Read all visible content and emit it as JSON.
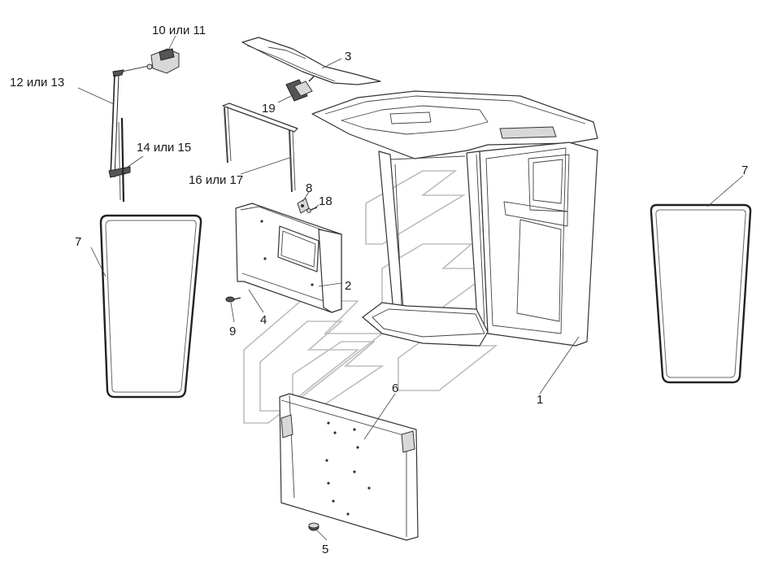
{
  "callouts": {
    "c1": "1",
    "c2": "2",
    "c3": "3",
    "c4": "4",
    "c5": "5",
    "c6": "6",
    "c7_left": "7",
    "c7_right": "7",
    "c8": "8",
    "c9": "9",
    "c10_11": "10 или 11",
    "c12_13": "12 или 13",
    "c14_15": "14 или 15",
    "c16_17": "16 или 17",
    "c18": "18",
    "c19": "19"
  }
}
